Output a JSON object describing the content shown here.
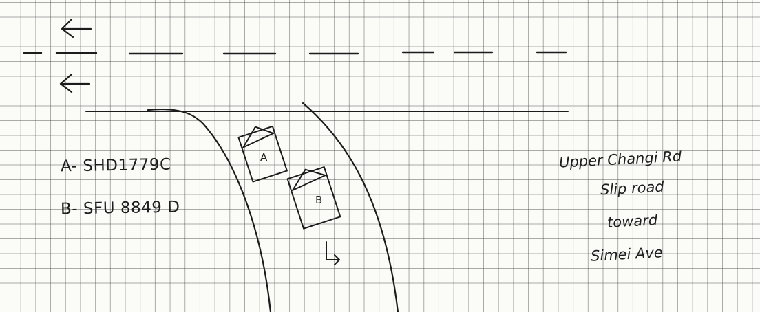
{
  "vehicles": [
    {
      "label": "A",
      "plate": "A- SHD1779C"
    },
    {
      "label": "B",
      "plate": "B- SFU 8849 D"
    }
  ],
  "location_note": [
    "Upper Changi Rd",
    "Slip road",
    "toward",
    "Simei Ave"
  ],
  "symbols": {
    "arrow_lane_1": "left-arrow-icon",
    "arrow_lane_2": "left-arrow-icon",
    "turn_arrow": "turn-left-arrow-icon"
  },
  "colors": {
    "ink": "#1c1c1c",
    "paper": "#fbfbf8",
    "grid": "#8a8a8a"
  }
}
